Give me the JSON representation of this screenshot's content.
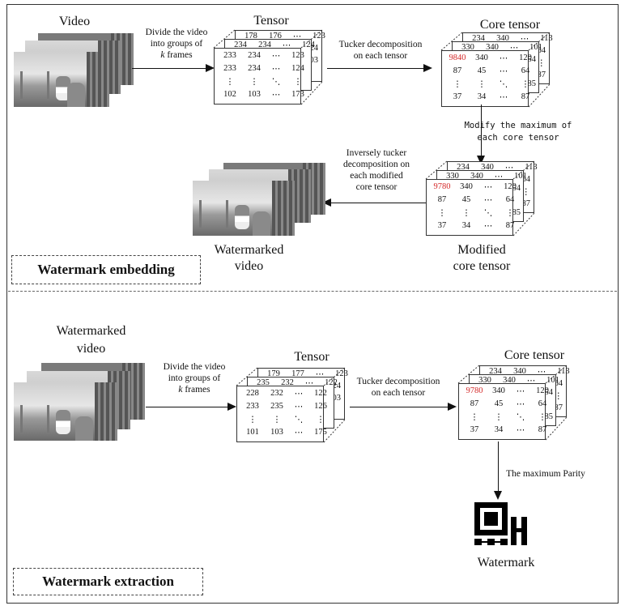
{
  "embedding": {
    "section_label": "Watermark embedding",
    "video_title": "Video",
    "divide_label": [
      "Divide the video",
      "into groups of",
      "k frames"
    ],
    "tensor_title": "Tensor",
    "tensor": {
      "back_row": [
        "178",
        "176",
        "⋯",
        "123"
      ],
      "mid_row": [
        "234",
        "234",
        "⋯",
        "124"
      ],
      "front_rows": [
        [
          "233",
          "234",
          "⋯",
          "123"
        ],
        [
          "233",
          "234",
          "⋯",
          "124"
        ],
        [
          "⋮",
          "⋮",
          "⋱",
          "⋮"
        ],
        [
          "102",
          "103",
          "⋯",
          "173"
        ]
      ],
      "side_values": [
        "24",
        "03"
      ]
    },
    "tucker_label": [
      "Tucker decomposition",
      "on each tensor"
    ],
    "core_title": "Core tensor",
    "core": {
      "back_row": [
        "234",
        "340",
        "⋯",
        "113"
      ],
      "mid_row": [
        "330",
        "340",
        "⋯",
        "101"
      ],
      "front_rows": [
        [
          "9840",
          "340",
          "⋯",
          "120"
        ],
        [
          "87",
          "45",
          "⋯",
          "64"
        ],
        [
          "⋮",
          "⋮",
          "⋱",
          "⋮"
        ],
        [
          "37",
          "34",
          "⋯",
          "87"
        ]
      ],
      "side_values": [
        "64",
        "⋮",
        "87"
      ],
      "mid_side": [
        "54",
        "85"
      ],
      "highlight": "9840"
    },
    "modify_label": [
      "Modify the maximum of",
      "each core tensor"
    ],
    "modified_core_title": [
      "Modified",
      "core tensor"
    ],
    "modified_core": {
      "back_row": [
        "234",
        "340",
        "⋯",
        "113"
      ],
      "mid_row": [
        "330",
        "340",
        "⋯",
        "101"
      ],
      "front_rows": [
        [
          "9780",
          "340",
          "⋯",
          "120"
        ],
        [
          "87",
          "45",
          "⋯",
          "64"
        ],
        [
          "⋮",
          "⋮",
          "⋱",
          "⋮"
        ],
        [
          "37",
          "34",
          "⋯",
          "87"
        ]
      ],
      "side_values": [
        "64",
        "⋮",
        "87"
      ],
      "mid_side": [
        "54",
        "85"
      ],
      "highlight": "9780"
    },
    "inverse_label": [
      "Inversely tucker",
      "decomposition on",
      "each modified",
      "core tensor"
    ],
    "watermarked_video_title": [
      "Watermarked",
      "video"
    ]
  },
  "extraction": {
    "section_label": "Watermark extraction",
    "video_title": [
      "Watermarked",
      "video"
    ],
    "divide_label": [
      "Divide the video",
      "into groups of",
      "k frames"
    ],
    "tensor_title": "Tensor",
    "tensor": {
      "back_row": [
        "179",
        "177",
        "⋯",
        "123"
      ],
      "mid_row": [
        "235",
        "232",
        "⋯",
        "122"
      ],
      "front_rows": [
        [
          "228",
          "232",
          "⋯",
          "122"
        ],
        [
          "233",
          "235",
          "⋯",
          "126"
        ],
        [
          "⋮",
          "⋮",
          "⋱",
          "⋮"
        ],
        [
          "101",
          "103",
          "⋯",
          "175"
        ]
      ],
      "side_values": [
        "24",
        "03"
      ]
    },
    "tucker_label": [
      "Tucker decomposition",
      "on each tensor"
    ],
    "core_title": "Core tensor",
    "core": {
      "back_row": [
        "234",
        "340",
        "⋯",
        "113"
      ],
      "mid_row": [
        "330",
        "340",
        "⋯",
        "101"
      ],
      "front_rows": [
        [
          "9780",
          "340",
          "⋯",
          "120"
        ],
        [
          "87",
          "45",
          "⋯",
          "64"
        ],
        [
          "⋮",
          "⋮",
          "⋱",
          "⋮"
        ],
        [
          "37",
          "34",
          "⋯",
          "87"
        ]
      ],
      "side_values": [
        "64",
        "⋮",
        "87"
      ],
      "mid_side": [
        "54",
        "85"
      ],
      "highlight": "9780"
    },
    "parity_label": "The maximum Parity",
    "watermark_title": "Watermark"
  },
  "colors": {
    "highlight": "#d42a2a",
    "line": "#111111",
    "border": "#333333"
  }
}
